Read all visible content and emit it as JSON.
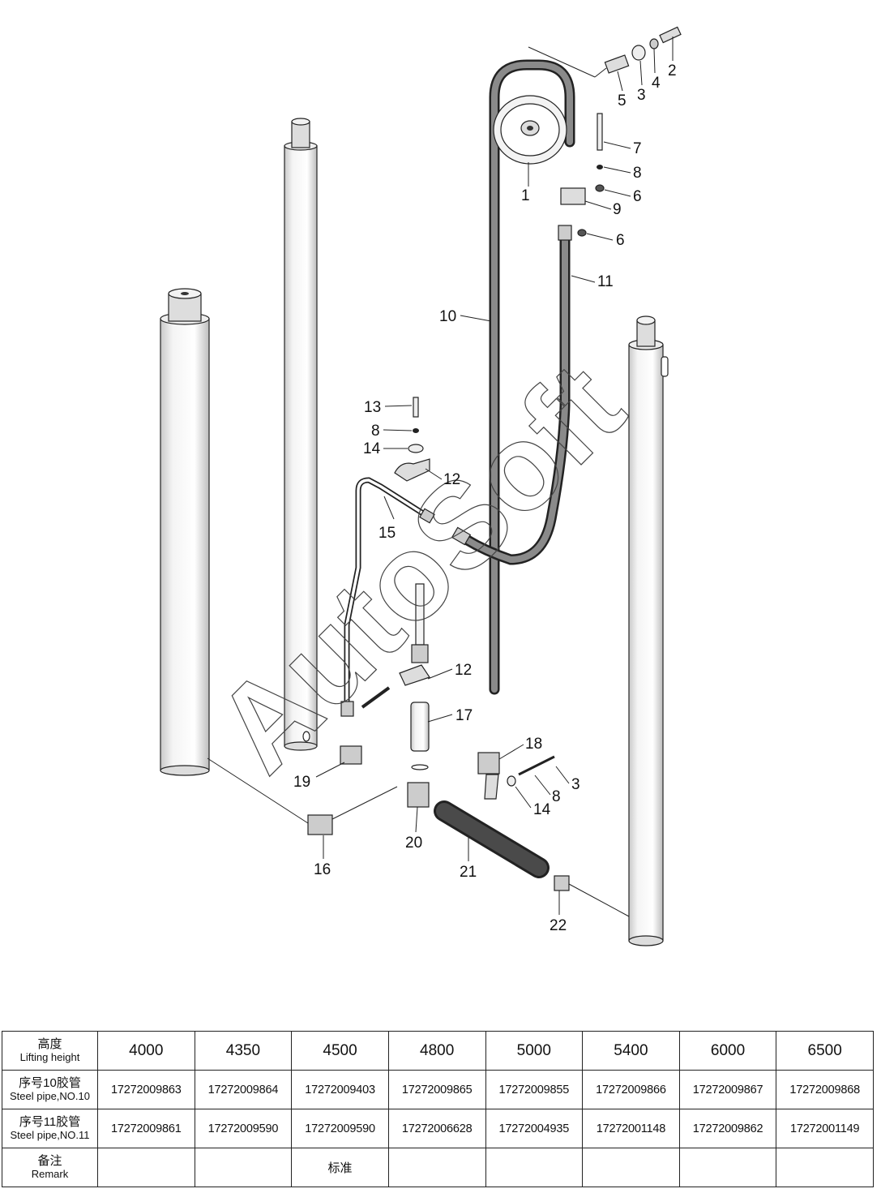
{
  "callouts": [
    {
      "n": "1"
    },
    {
      "n": "2"
    },
    {
      "n": "3"
    },
    {
      "n": "4"
    },
    {
      "n": "5"
    },
    {
      "n": "7"
    },
    {
      "n": "8"
    },
    {
      "n": "6"
    },
    {
      "n": "9"
    },
    {
      "n": "6"
    },
    {
      "n": "11"
    },
    {
      "n": "10"
    },
    {
      "n": "13"
    },
    {
      "n": "8"
    },
    {
      "n": "14"
    },
    {
      "n": "12"
    },
    {
      "n": "15"
    },
    {
      "n": "12"
    },
    {
      "n": "17"
    },
    {
      "n": "18"
    },
    {
      "n": "3"
    },
    {
      "n": "8"
    },
    {
      "n": "14"
    },
    {
      "n": "19"
    },
    {
      "n": "20"
    },
    {
      "n": "16"
    },
    {
      "n": "21"
    },
    {
      "n": "22"
    }
  ],
  "watermark": "AutoSoft",
  "table": {
    "row_height": {
      "cn": "高度",
      "en": "Lifting height"
    },
    "row_pipe10": {
      "cn": "序号10胶管",
      "en": "Steel pipe,NO.10"
    },
    "row_pipe11": {
      "cn": "序号11胶管",
      "en": "Steel pipe,NO.11"
    },
    "row_remark": {
      "cn": "备注",
      "en": "Remark"
    },
    "heights": [
      "4000",
      "4350",
      "4500",
      "4800",
      "5000",
      "5400",
      "6000",
      "6500"
    ],
    "pipe10": [
      "17272009863",
      "17272009864",
      "17272009403",
      "17272009865",
      "17272009855",
      "17272009866",
      "17272009867",
      "17272009868"
    ],
    "pipe11": [
      "17272009861",
      "17272009590",
      "17272009590",
      "17272006628",
      "17272004935",
      "17272001148",
      "17272009862",
      "17272001149"
    ],
    "remarks": [
      "",
      "",
      "标准",
      "",
      "",
      "",
      "",
      ""
    ]
  }
}
